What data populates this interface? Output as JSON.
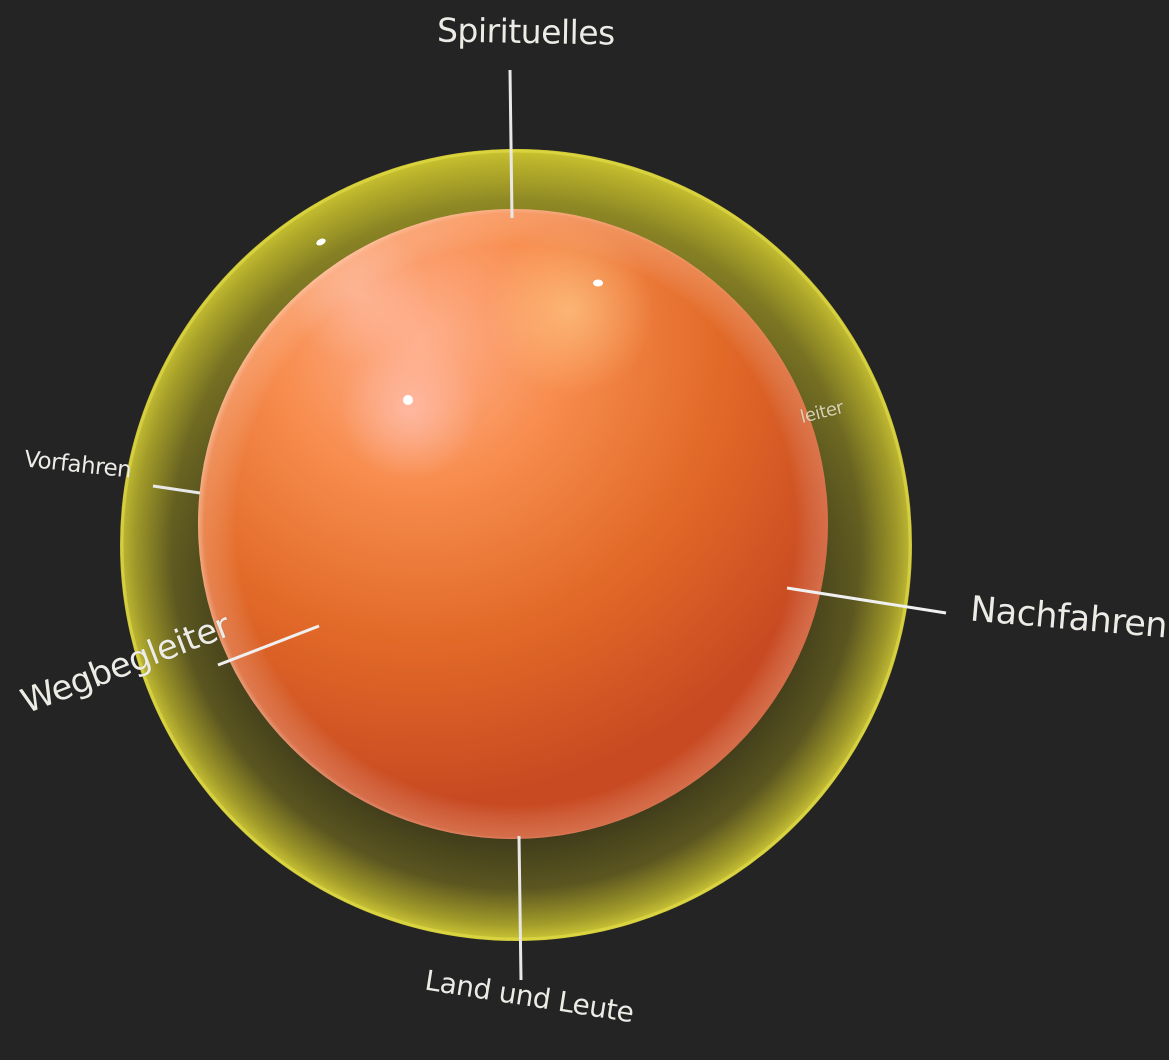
{
  "diagram": {
    "labels": {
      "top": "Spirituelles",
      "left": "Vorfahren",
      "right": "Nachfahren",
      "front_left": "Wegbegleiter",
      "bottom": "Land und Leute",
      "back_right_fragment": "leiter"
    },
    "colors": {
      "background": "#242424",
      "inner_sphere": "#e8662a",
      "outer_shell": "#d8d23a",
      "label_text": "#ecebe6",
      "connector": "#e6e6e6"
    }
  }
}
